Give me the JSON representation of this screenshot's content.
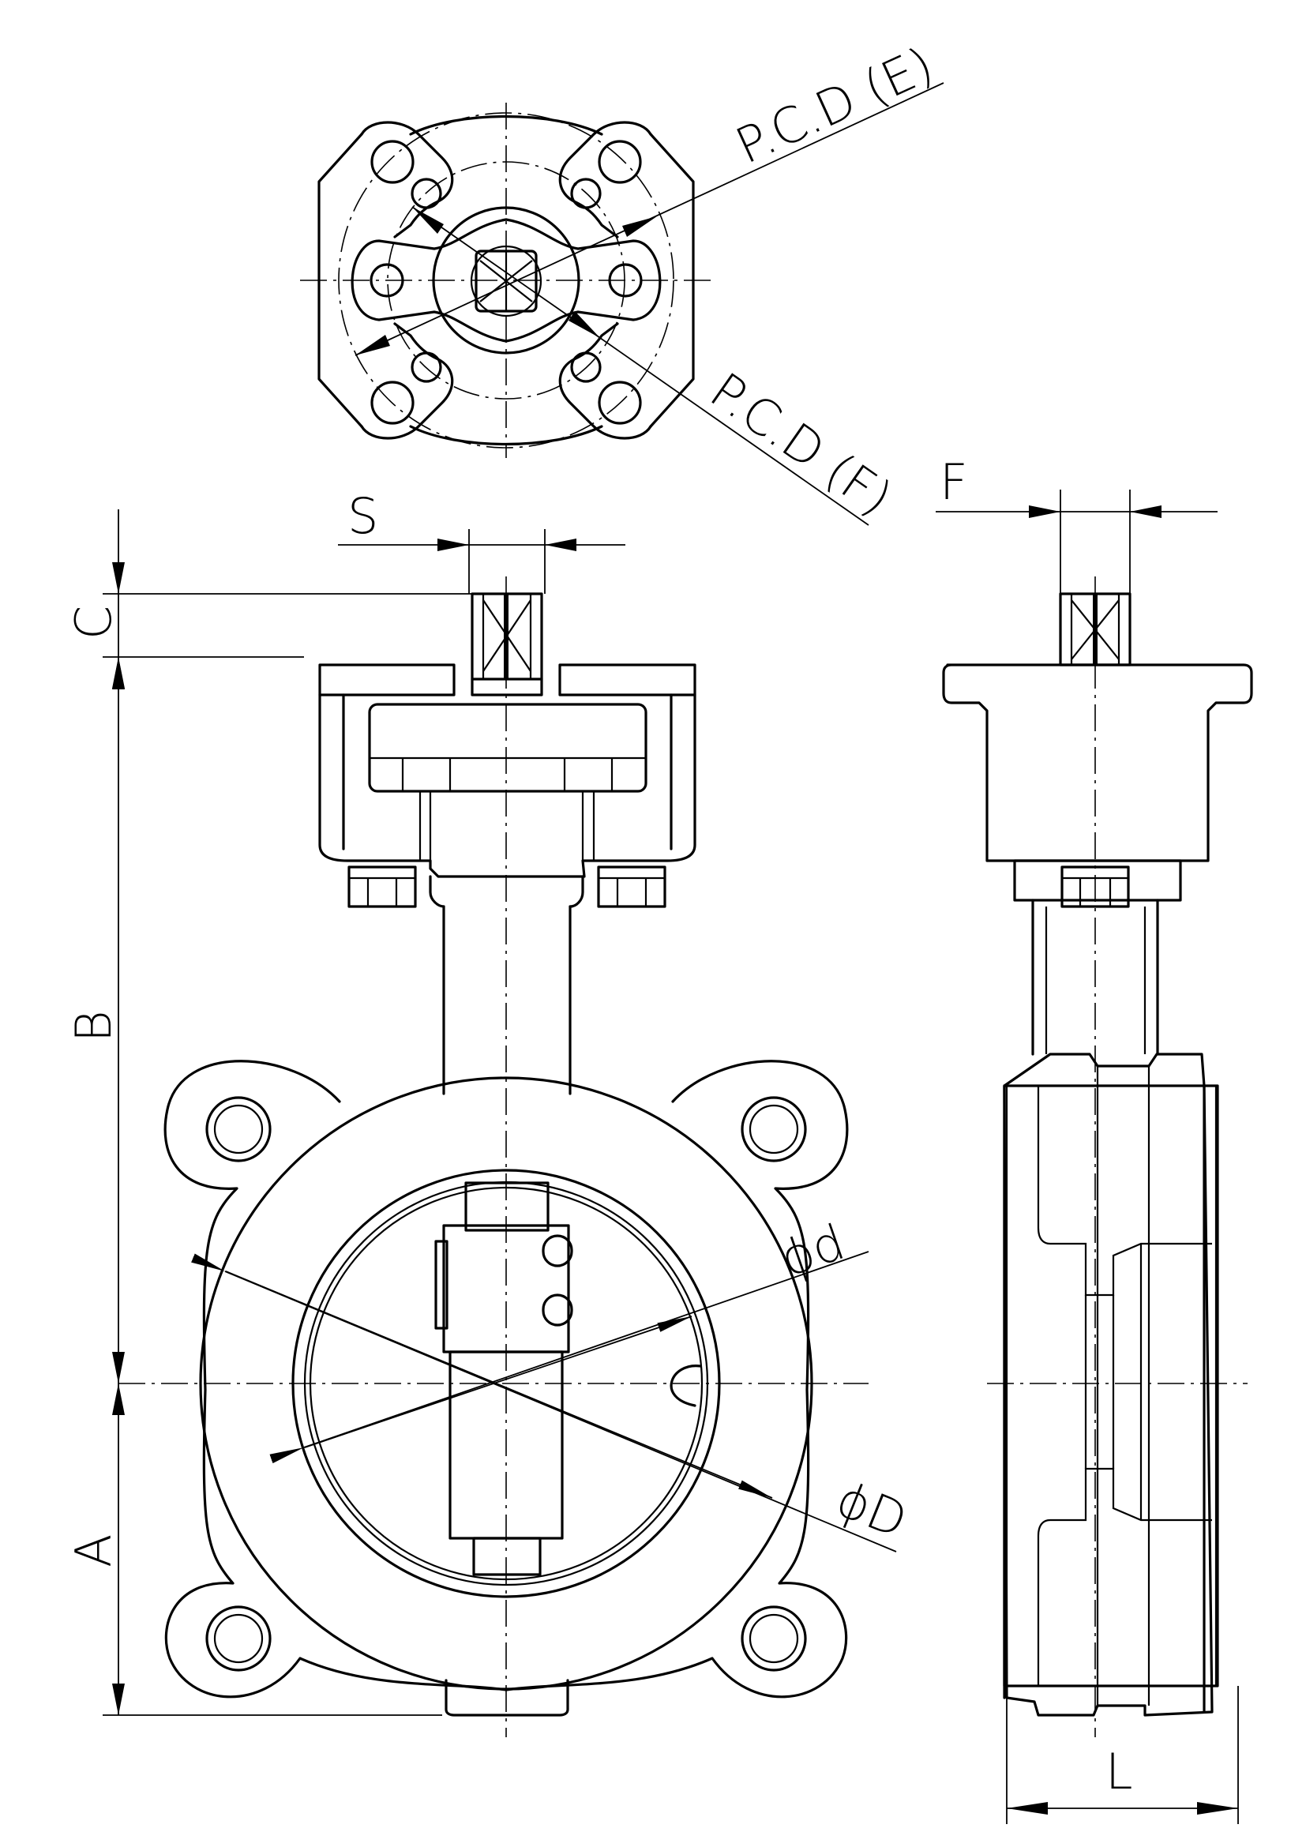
{
  "labels": {
    "pcd_e": "P.C.D (E)",
    "pcd_f": "P.C.D (F)",
    "s": "S",
    "f": "F",
    "c": "C",
    "b": "B",
    "a": "A",
    "phi_d": "ϕd",
    "phi_D": "ϕD",
    "l": "L"
  },
  "colors": {
    "line": "#000000",
    "background": "#ffffff"
  }
}
